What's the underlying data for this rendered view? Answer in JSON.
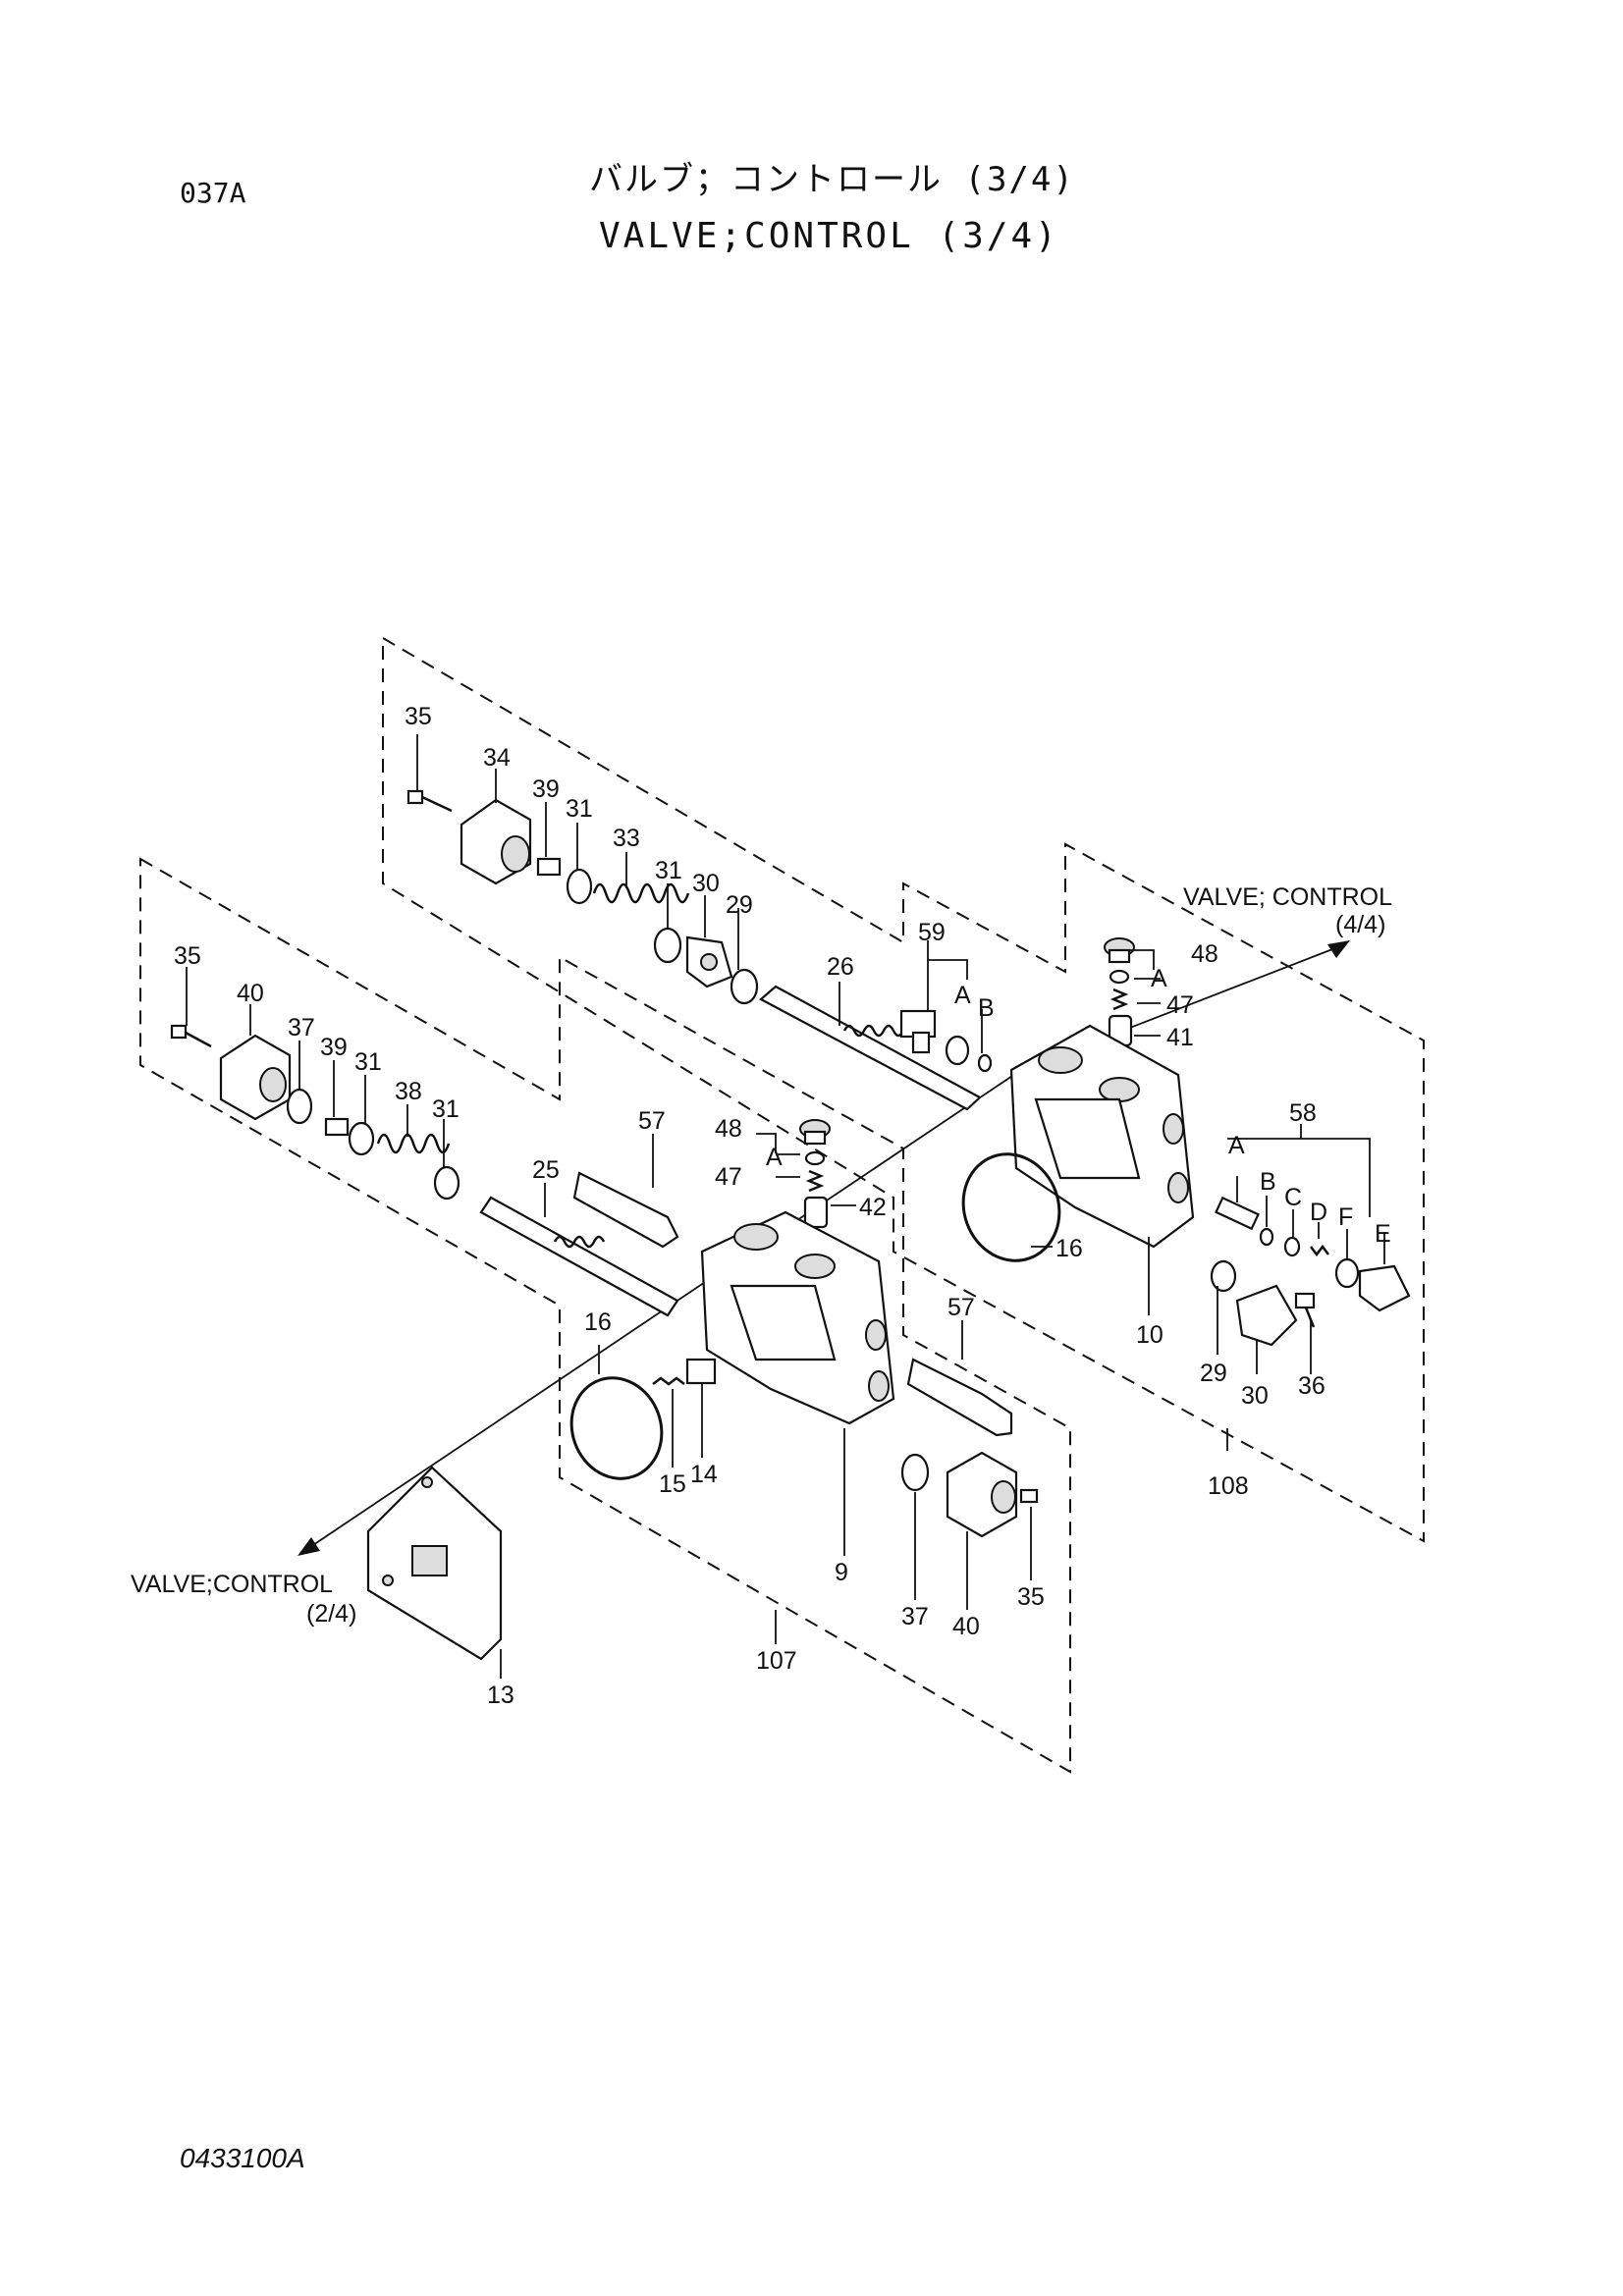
{
  "header": {
    "page_code": "037A",
    "title_jp": "バルブ；コントロール (3/4)",
    "title_en": "VALVE;CONTROL (3/4)"
  },
  "footer": {
    "drawing_number": "0433100A"
  },
  "callouts": {
    "c35a": "35",
    "c34": "34",
    "c39a": "39",
    "c31a": "31",
    "c33": "33",
    "c31b": "31",
    "c30a": "30",
    "c29a": "29",
    "c59": "59",
    "cA1": "A",
    "cB1": "B",
    "c26": "26",
    "c48a": "48",
    "cA2": "A",
    "c47a": "47",
    "c41": "41",
    "c35b": "35",
    "c40a": "40",
    "c37a": "37",
    "c39b": "39",
    "c31c": "31",
    "c38": "38",
    "c31d": "31",
    "c57a": "57",
    "c25": "25",
    "c48b": "48",
    "cA3": "A",
    "c47b": "47",
    "c42": "42",
    "c16a": "16",
    "c16b": "16",
    "c10": "10",
    "cA4": "A",
    "cB2": "B",
    "c58": "58",
    "cC": "C",
    "cD": "D",
    "cF": "F",
    "cE": "E",
    "c29b": "29",
    "c30b": "30",
    "c36": "36",
    "c108": "108",
    "c57b": "57",
    "c15": "15",
    "c14": "14",
    "c9": "9",
    "c37b": "37",
    "c40b": "40",
    "c35c": "35",
    "c107": "107",
    "c13": "13"
  },
  "references": {
    "valve_control_4_4": {
      "line1": "VALVE; CONTROL",
      "line2": "(4/4)"
    },
    "valve_control_2_4": {
      "line1": "VALVE;CONTROL",
      "line2": "(2/4)"
    }
  }
}
